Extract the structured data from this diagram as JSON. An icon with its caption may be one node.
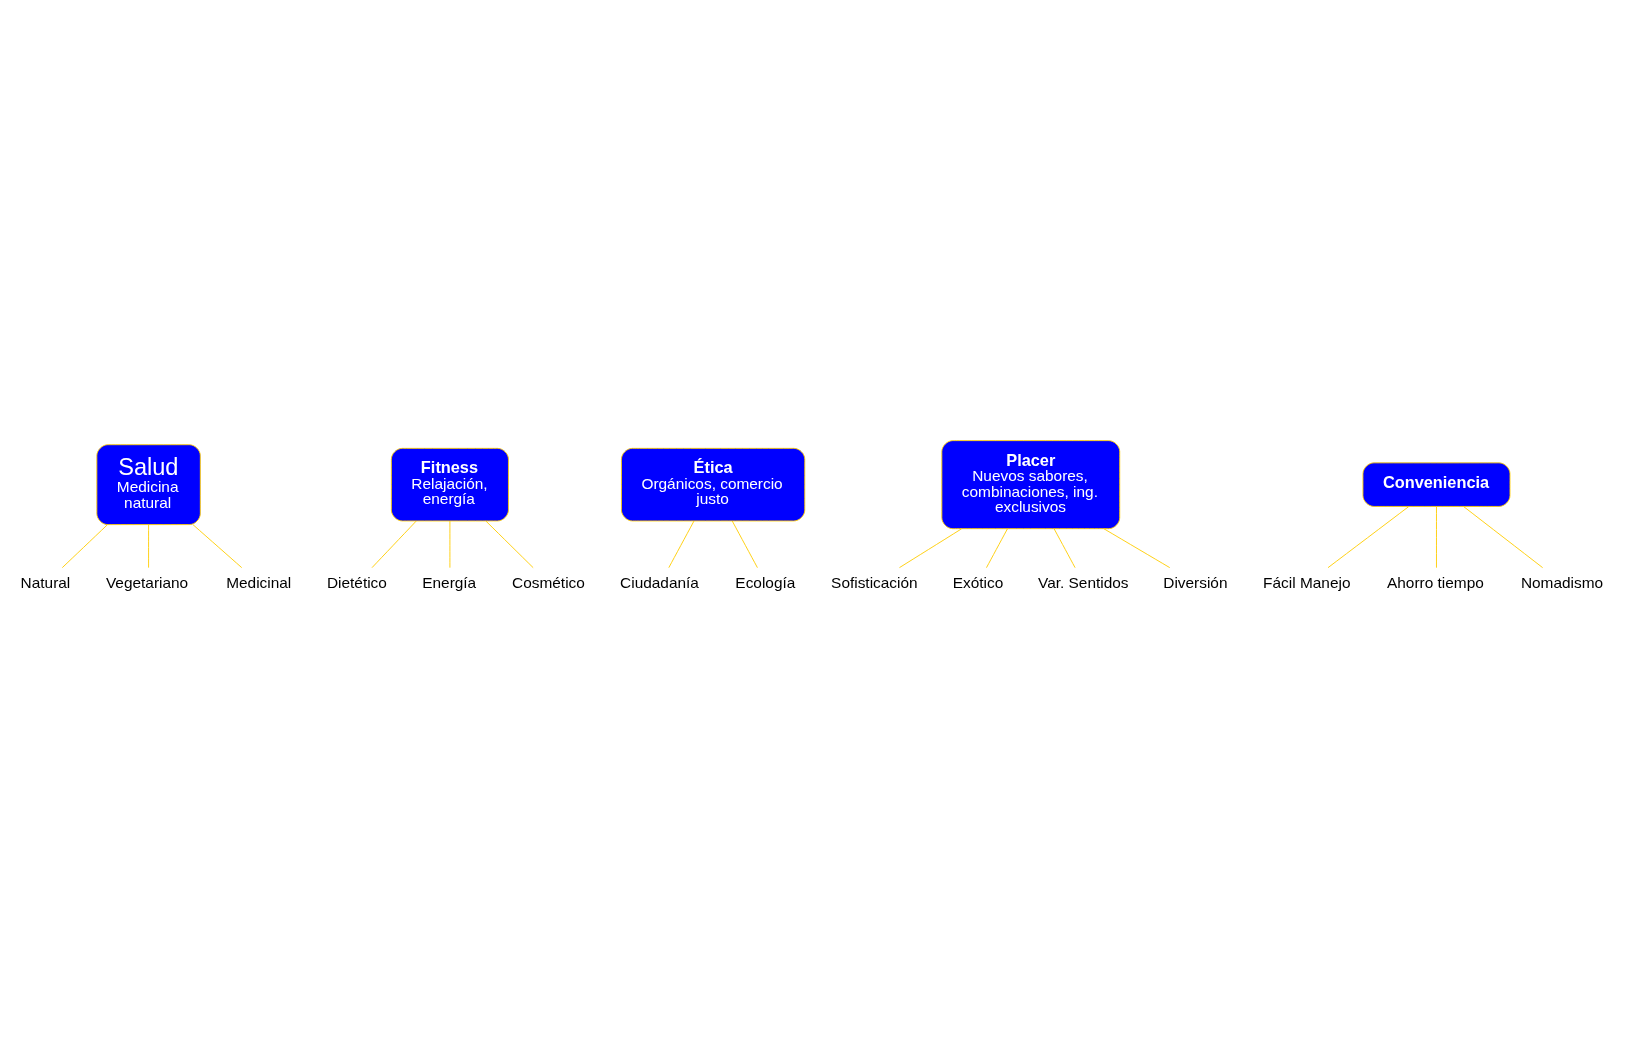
{
  "diagram": {
    "nodes": [
      {
        "text": [
          "Salud",
          "Medicina natural"
        ]
      },
      {
        "text": [
          "Natural"
        ]
      },
      {
        "text": [
          "Vegetariano"
        ]
      },
      {
        "text": [
          "Medicinal"
        ]
      },
      {
        "text": [
          "Fitness",
          "Relajación, energía"
        ]
      },
      {
        "text": [
          "Dietético"
        ]
      },
      {
        "text": [
          "Energía"
        ]
      },
      {
        "text": [
          "Cosmético"
        ]
      },
      {
        "text": [
          "Ética",
          "Orgánicos, comercio justo"
        ]
      },
      {
        "text": [
          "Ciudadanía"
        ]
      },
      {
        "text": [
          "Ecología"
        ]
      },
      {
        "text": [
          "Placer",
          "Nuevos sabores, combinaciones, ing. exclusivos"
        ]
      },
      {
        "text": [
          "Sofisticación"
        ]
      },
      {
        "text": [
          "Exótico"
        ]
      },
      {
        "text": [
          "Var. Sentidos"
        ]
      },
      {
        "text": [
          "Diversión"
        ]
      },
      {
        "text": [
          "Conveniencia"
        ]
      },
      {
        "text": [
          "Fácil Manejo"
        ]
      },
      {
        "text": [
          "Ahorro tiempo"
        ]
      },
      {
        "text": [
          "Nomadismo"
        ]
      }
    ],
    "edges": [
      {
        "from": 0,
        "to": 1,
        "arrow": "none"
      },
      {
        "from": 0,
        "to": 2,
        "arrow": "none"
      },
      {
        "from": 0,
        "to": 3,
        "arrow": "none"
      },
      {
        "from": 4,
        "to": 5,
        "arrow": "none"
      },
      {
        "from": 4,
        "to": 6,
        "arrow": "none"
      },
      {
        "from": 4,
        "to": 7,
        "arrow": "none"
      },
      {
        "from": 8,
        "to": 9,
        "arrow": "none"
      },
      {
        "from": 8,
        "to": 10,
        "arrow": "none"
      },
      {
        "from": 11,
        "to": 12,
        "arrow": "none"
      },
      {
        "from": 11,
        "to": 13,
        "arrow": "none"
      },
      {
        "from": 11,
        "to": 14,
        "arrow": "none"
      },
      {
        "from": 11,
        "to": 15,
        "arrow": "none"
      },
      {
        "from": 16,
        "to": 17,
        "arrow": "none"
      },
      {
        "from": 16,
        "to": 18,
        "arrow": "none"
      },
      {
        "from": 16,
        "to": 19,
        "arrow": "none"
      }
    ]
  }
}
